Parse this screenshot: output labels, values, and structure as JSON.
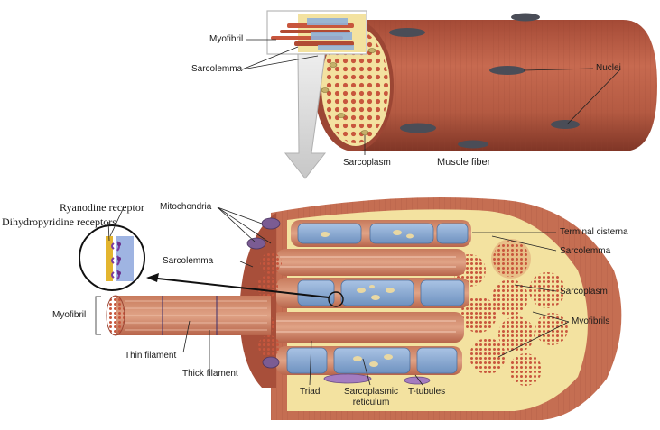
{
  "labels": {
    "myofibril_top": "Myofibril",
    "sarcolemma_top": "Sarcolemma",
    "nuclei": "Nuclei",
    "sarcoplasm_top": "Sarcoplasm",
    "muscle_fiber": "Muscle fiber",
    "ryanodine_receptor": "Ryanodine receptor",
    "dihydropyridine_receptors": "Dihydropyridine receptors",
    "mitochondria": "Mitochondria",
    "sarcolemma_left": "Sarcolemma",
    "myofibril_left": "Myofibril",
    "thin_filament": "Thin filament",
    "thick_filament": "Thick filament",
    "triad": "Triad",
    "sarcoplasmic_reticulum_1": "Sarcoplasmic",
    "sarcoplasmic_reticulum_2": "reticulum",
    "t_tubules": "T-tubules",
    "terminal_cisterna": "Terminal cisterna",
    "sarcolemma_right": "Sarcolemma",
    "sarcoplasm_right": "Sarcoplasm",
    "myofibrils": "Myofibrils"
  },
  "colors": {
    "muscle": "#b85a43",
    "muscle_dark": "#8e3f2e",
    "sarcoplasm": "#f3e2a0",
    "myofibril_dot": "#c8563d",
    "reticulum": "#8fb0d8",
    "reticulum_dark": "#4f6f9c",
    "nucleus": "#4a4d57",
    "mitochondria": "#7b5c93",
    "arrow_gray": "#d9d9d9"
  }
}
